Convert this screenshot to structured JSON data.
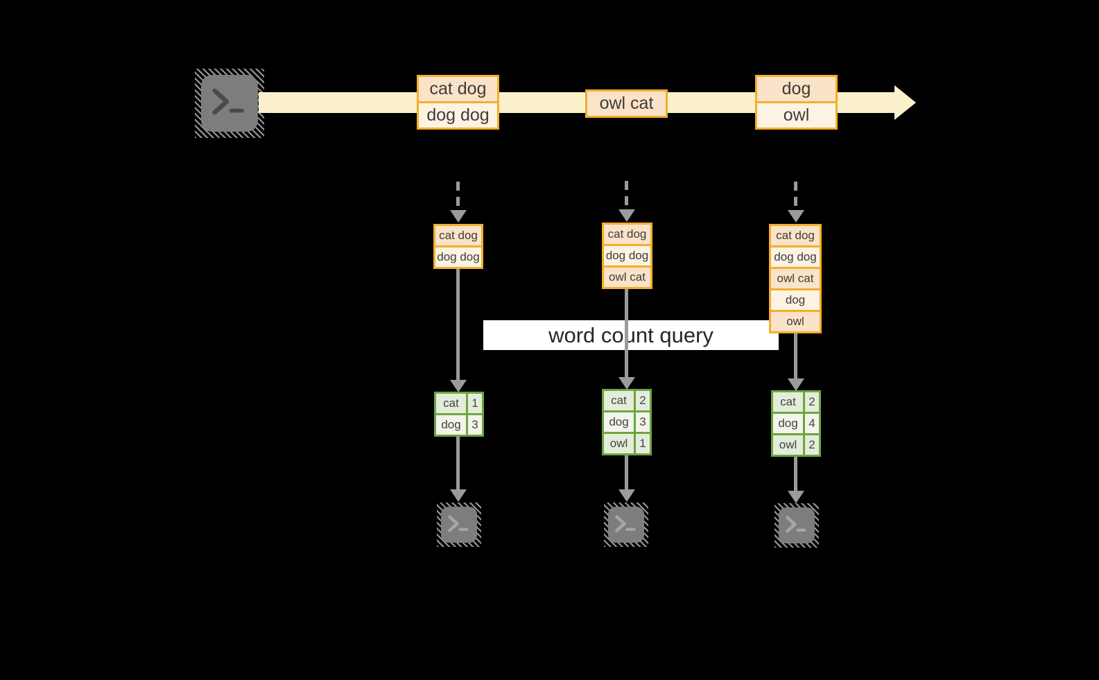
{
  "diagram": {
    "banner": {
      "label": "word count query"
    },
    "stream": {
      "boxes": [
        {
          "cells": [
            "cat dog",
            "dog dog"
          ]
        },
        {
          "cells": [
            "owl cat"
          ]
        },
        {
          "cells": [
            "dog",
            "owl"
          ]
        }
      ]
    },
    "columns": [
      {
        "stack": [
          "cat dog",
          "dog dog"
        ],
        "counts": [
          {
            "word": "cat",
            "count": "1"
          },
          {
            "word": "dog",
            "count": "3"
          }
        ]
      },
      {
        "stack": [
          "cat dog",
          "dog dog",
          "owl cat"
        ],
        "counts": [
          {
            "word": "cat",
            "count": "2"
          },
          {
            "word": "dog",
            "count": "3"
          },
          {
            "word": "owl",
            "count": "1"
          }
        ]
      },
      {
        "stack": [
          "cat dog",
          "dog dog",
          "owl cat",
          "dog",
          "owl"
        ],
        "counts": [
          {
            "word": "cat",
            "count": "2"
          },
          {
            "word": "dog",
            "count": "4"
          },
          {
            "word": "owl",
            "count": "2"
          }
        ]
      }
    ],
    "icons": {
      "source": "terminal-prompt-icon",
      "sinks": [
        "terminal-prompt-icon",
        "terminal-prompt-icon",
        "terminal-prompt-icon"
      ]
    },
    "colors": {
      "background": "#000000",
      "stream_band": "#FBF0CC",
      "box_border": "#F2AE2C",
      "cell_peach": "#FAE3C8",
      "cell_cream": "#FCF3E3",
      "table_border": "#6EA53F",
      "table_cell_dark": "#E4EDDB",
      "table_cell_light": "#F1F5EC",
      "arrow_gray": "#9B9B9B",
      "terminal_gray": "#7D7D7D",
      "banner_background": "#FFFFFF",
      "text": "#3F3C39"
    }
  }
}
